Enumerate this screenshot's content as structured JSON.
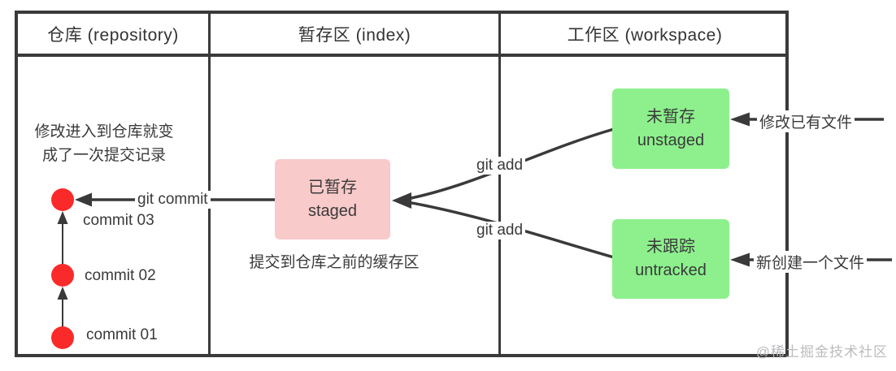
{
  "header": {
    "repository": "仓库 (repository)",
    "index": "暂存区 (index)",
    "workspace": "工作区 (workspace)"
  },
  "repository": {
    "note_line1": "修改进入到仓库就变",
    "note_line2": "成了一次提交记录",
    "commit_arrow_label": "git commit",
    "commits": [
      {
        "label": "commit 03"
      },
      {
        "label": "commit 02"
      },
      {
        "label": "commit 01"
      }
    ]
  },
  "index": {
    "staged_box": {
      "title": "已暂存",
      "subtitle": "staged"
    },
    "caption": "提交到仓库之前的缓存区"
  },
  "workspace": {
    "add_arrow_label_top": "git add",
    "add_arrow_label_bottom": "git add",
    "unstaged_box": {
      "title": "未暂存",
      "subtitle": "unstaged",
      "source_label": "修改已有文件"
    },
    "untracked_box": {
      "title": "未跟踪",
      "subtitle": "untracked",
      "source_label": "新创建一个文件"
    }
  },
  "watermark": "@稀土掘金技术社区",
  "colors": {
    "line": "#3a3a3a",
    "commit_node": "#fb2a2a",
    "staged_bg": "#f9caca",
    "workspace_box_bg": "#8df08d",
    "watermark_text": "#bcbcc0"
  }
}
